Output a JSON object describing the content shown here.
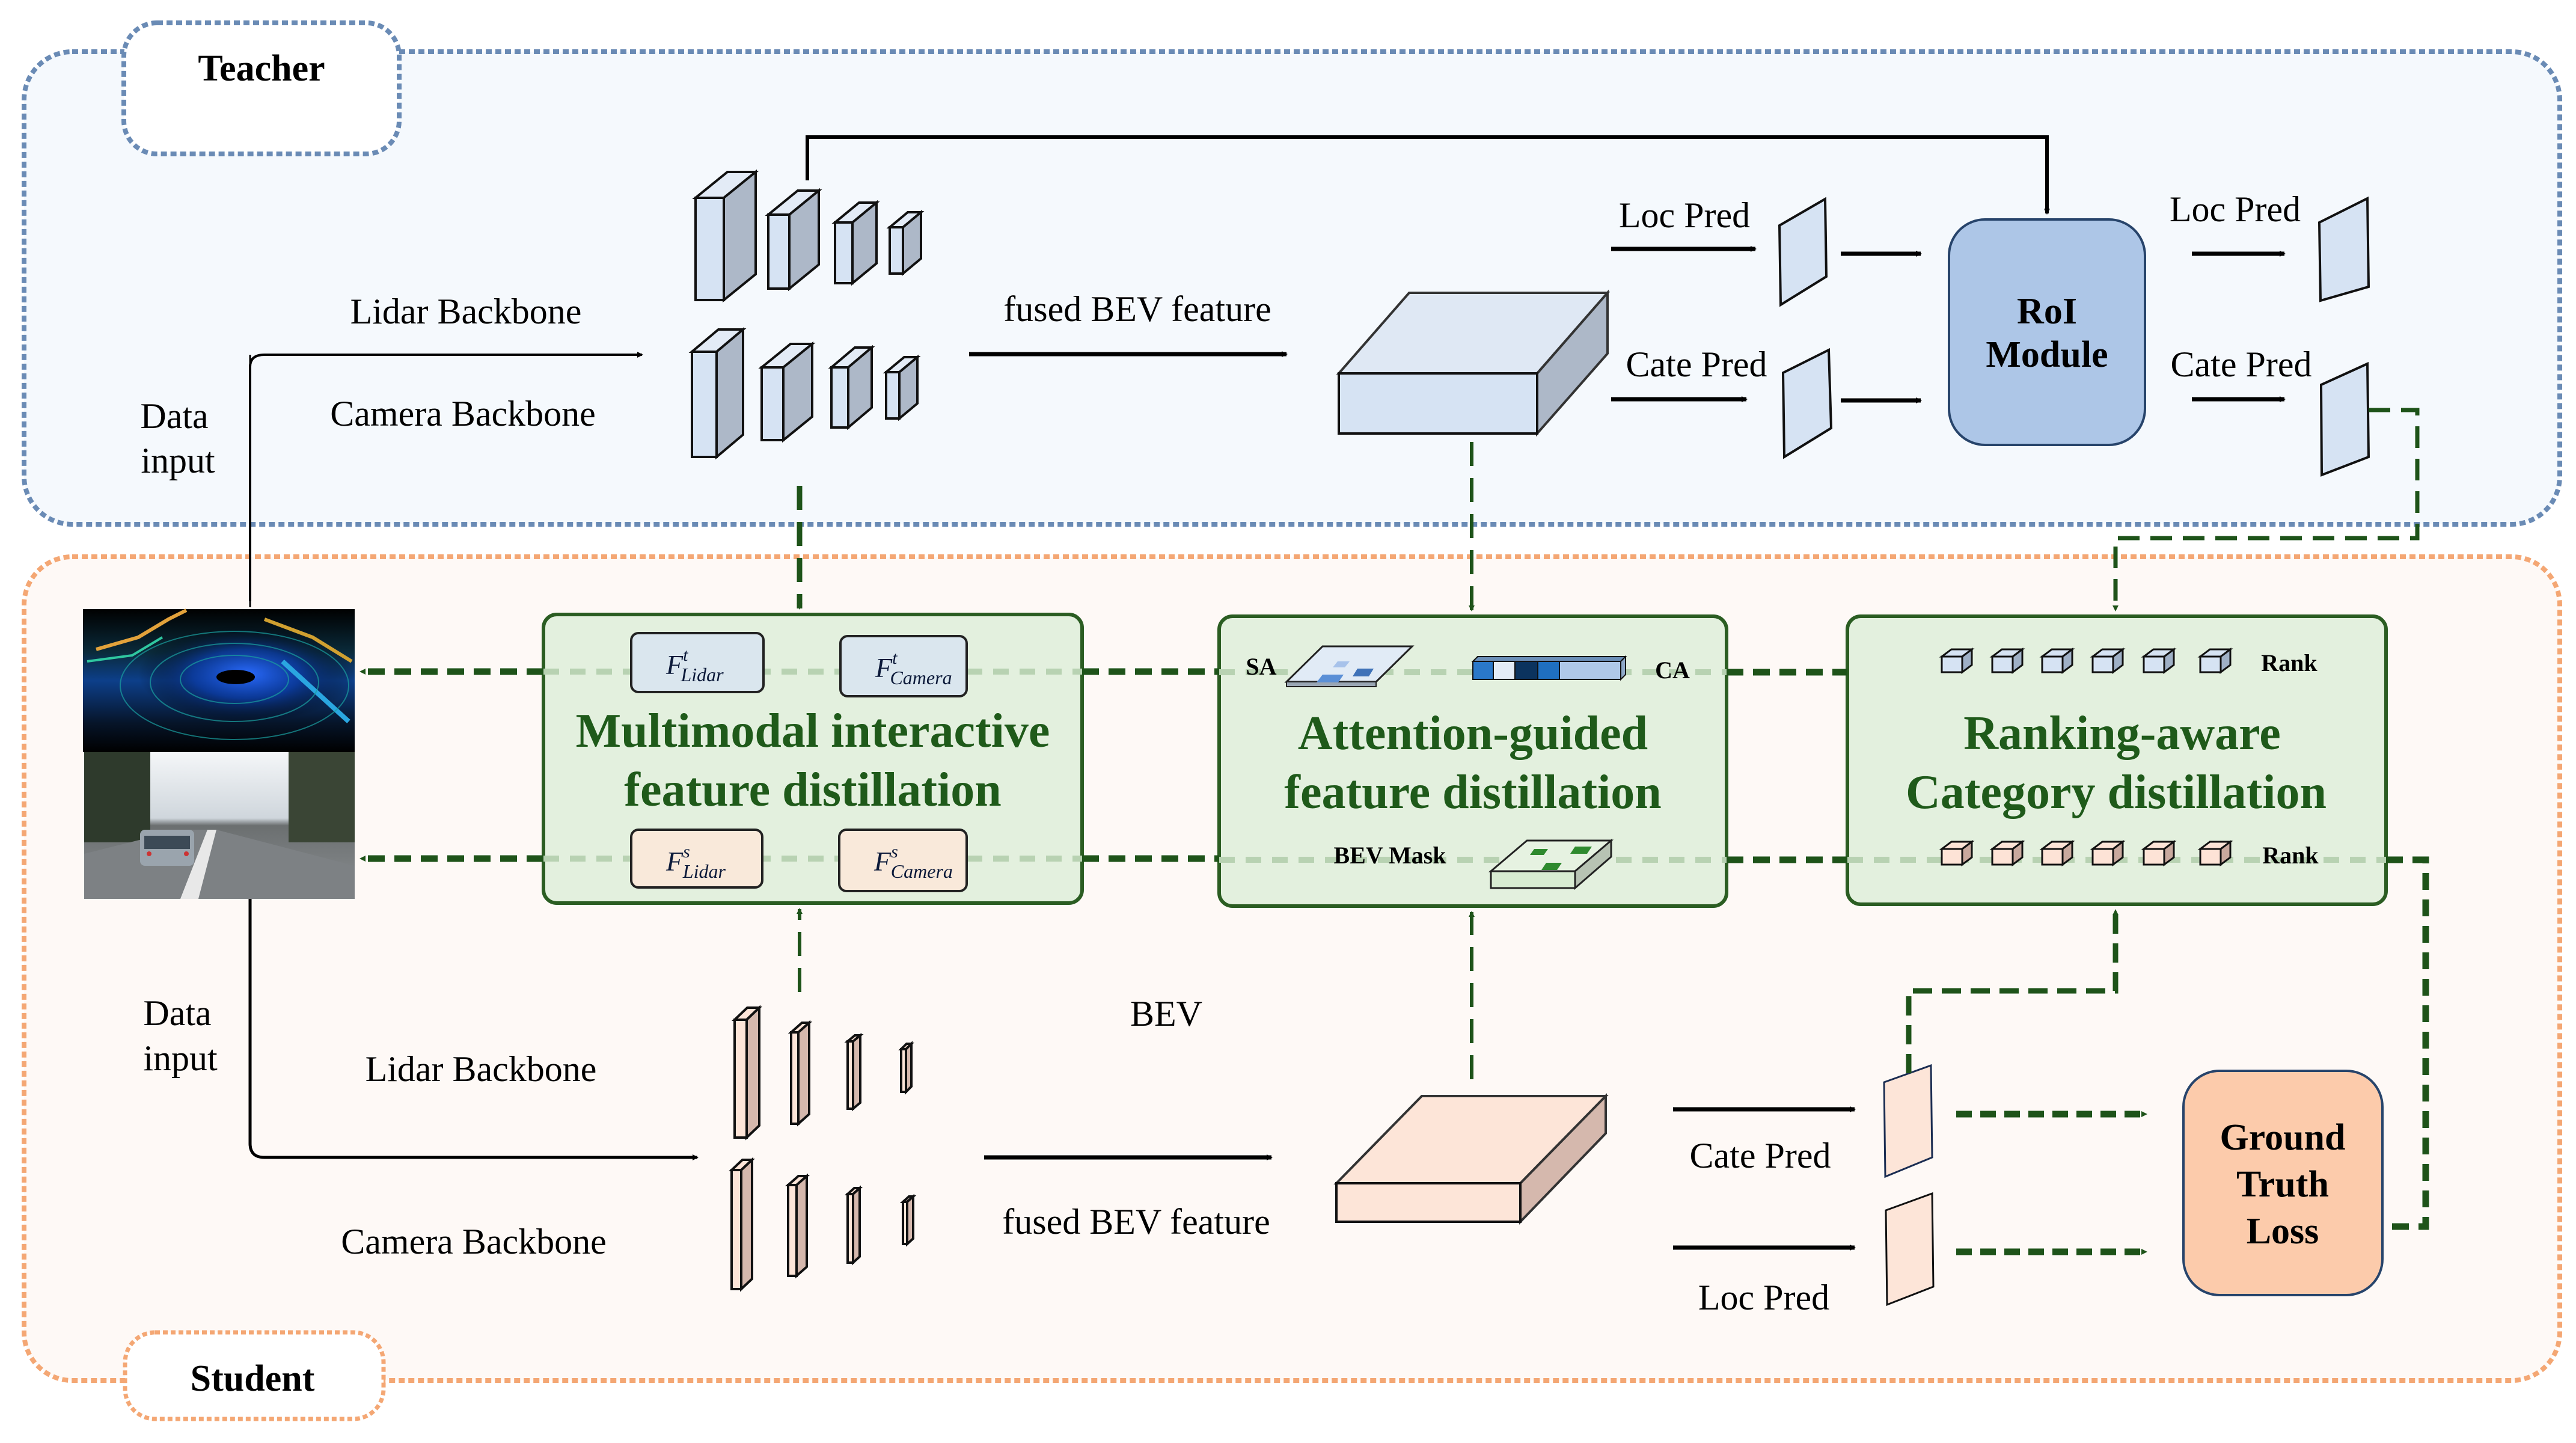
{
  "teacher": {
    "label": "Teacher",
    "data_input_line1": "Data",
    "data_input_line2": "input",
    "lidar_backbone": "Lidar Backbone",
    "camera_backbone": "Camera Backbone",
    "fused_bev": "fused BEV feature",
    "loc_pred": "Loc Pred",
    "cate_pred": "Cate Pred",
    "roi_line1": "RoI",
    "roi_line2": "Module",
    "out_loc_pred": "Loc Pred",
    "out_cate_pred": "Cate Pred"
  },
  "student": {
    "label": "Student",
    "data_input_line1": "Data",
    "data_input_line2": "input",
    "lidar_backbone": "Lidar Backbone",
    "camera_backbone": "Camera Backbone",
    "bev": "BEV",
    "fused_bev": "fused BEV feature",
    "cate_pred": "Cate Pred",
    "loc_pred": "Loc Pred",
    "gt_line1": "Ground",
    "gt_line2": "Truth",
    "gt_line3": "Loss"
  },
  "modules": {
    "multimodal": {
      "title_line1": "Multimodal interactive",
      "title_line2": "feature distillation",
      "f_lidar_t": {
        "base": "F",
        "sup": "t",
        "sub": "Lidar"
      },
      "f_camera_t": {
        "base": "F",
        "sup": "t",
        "sub": "Camera"
      },
      "f_lidar_s": {
        "base": "F",
        "sup": "s",
        "sub": "Lidar"
      },
      "f_camera_s": {
        "base": "F",
        "sup": "s",
        "sub": "Camera"
      }
    },
    "attention": {
      "title_line1": "Attention-guided",
      "title_line2": "feature distillation",
      "sa_label": "SA",
      "ca_label": "CA",
      "bev_mask_label": "BEV Mask"
    },
    "ranking": {
      "title_line1": "Ranking-aware",
      "title_line2": "Category distillation",
      "rank_top": "Rank",
      "rank_bottom": "Rank"
    }
  },
  "images": {
    "lidar_icon": "lidar-point-cloud-image",
    "camera_icon": "camera-street-image"
  },
  "colors": {
    "teacher_border": "#6a8bb5",
    "teacher_bg": "#f5f9fd",
    "student_border": "#f4a774",
    "student_bg": "#fef9f6",
    "module_fill": "#e3f0de",
    "module_border": "#2b5d22",
    "dash_green": "#1e5319",
    "teacher_block": "#d6e3f3",
    "teacher_block_side": "#adb8c8",
    "student_block": "#fde5d8",
    "student_block_side": "#d5b8ad",
    "roi_fill": "#adc6e7",
    "gt_fill": "#fccbab"
  }
}
